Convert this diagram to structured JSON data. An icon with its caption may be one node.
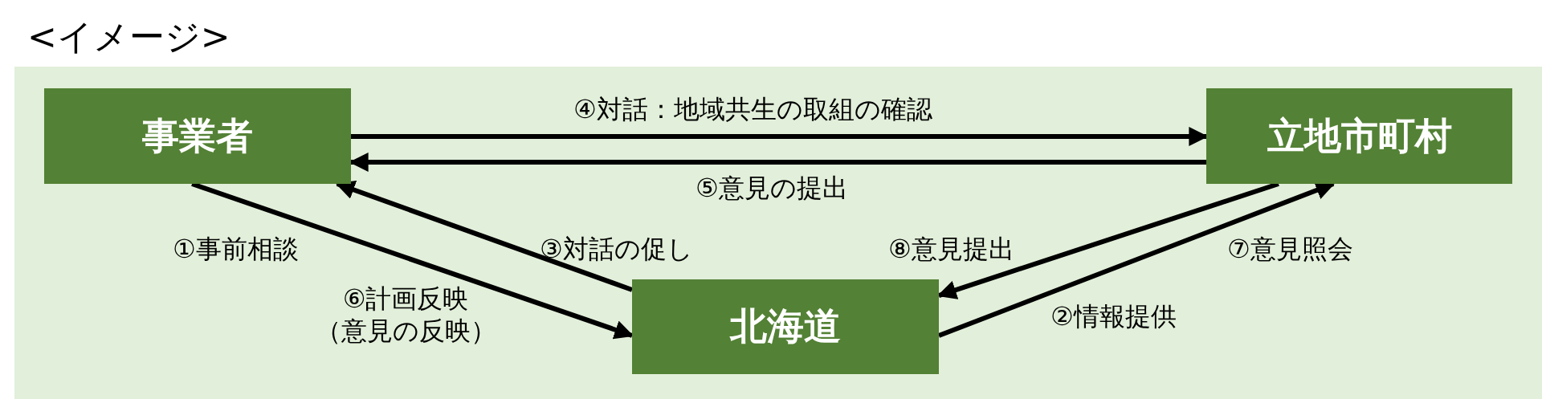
{
  "diagram": {
    "title": "<イメージ>",
    "nodes": [
      {
        "text": [
          "事業者"
        ]
      },
      {
        "text": [
          "立地市町村"
        ]
      },
      {
        "text": [
          "北海道"
        ]
      }
    ],
    "edges": [
      {
        "from": 0,
        "to": 2,
        "arrow": "to",
        "label": "①事前相談"
      },
      {
        "from": 2,
        "to": 1,
        "arrow": "to",
        "label": "②情報提供"
      },
      {
        "from": 2,
        "to": 0,
        "arrow": "to",
        "label": "③対話の促し"
      },
      {
        "from": 0,
        "to": 1,
        "arrow": "to",
        "label": "④対話：地域共生の取組の確認"
      },
      {
        "from": 1,
        "to": 0,
        "arrow": "to",
        "label": "⑤意見の提出"
      },
      {
        "from": 1,
        "to": 2,
        "arrow": "to",
        "label": "⑧意見提出"
      }
    ],
    "labels": [
      "⑥計画反映（意見の反映）",
      "⑦意見照会"
    ]
  }
}
